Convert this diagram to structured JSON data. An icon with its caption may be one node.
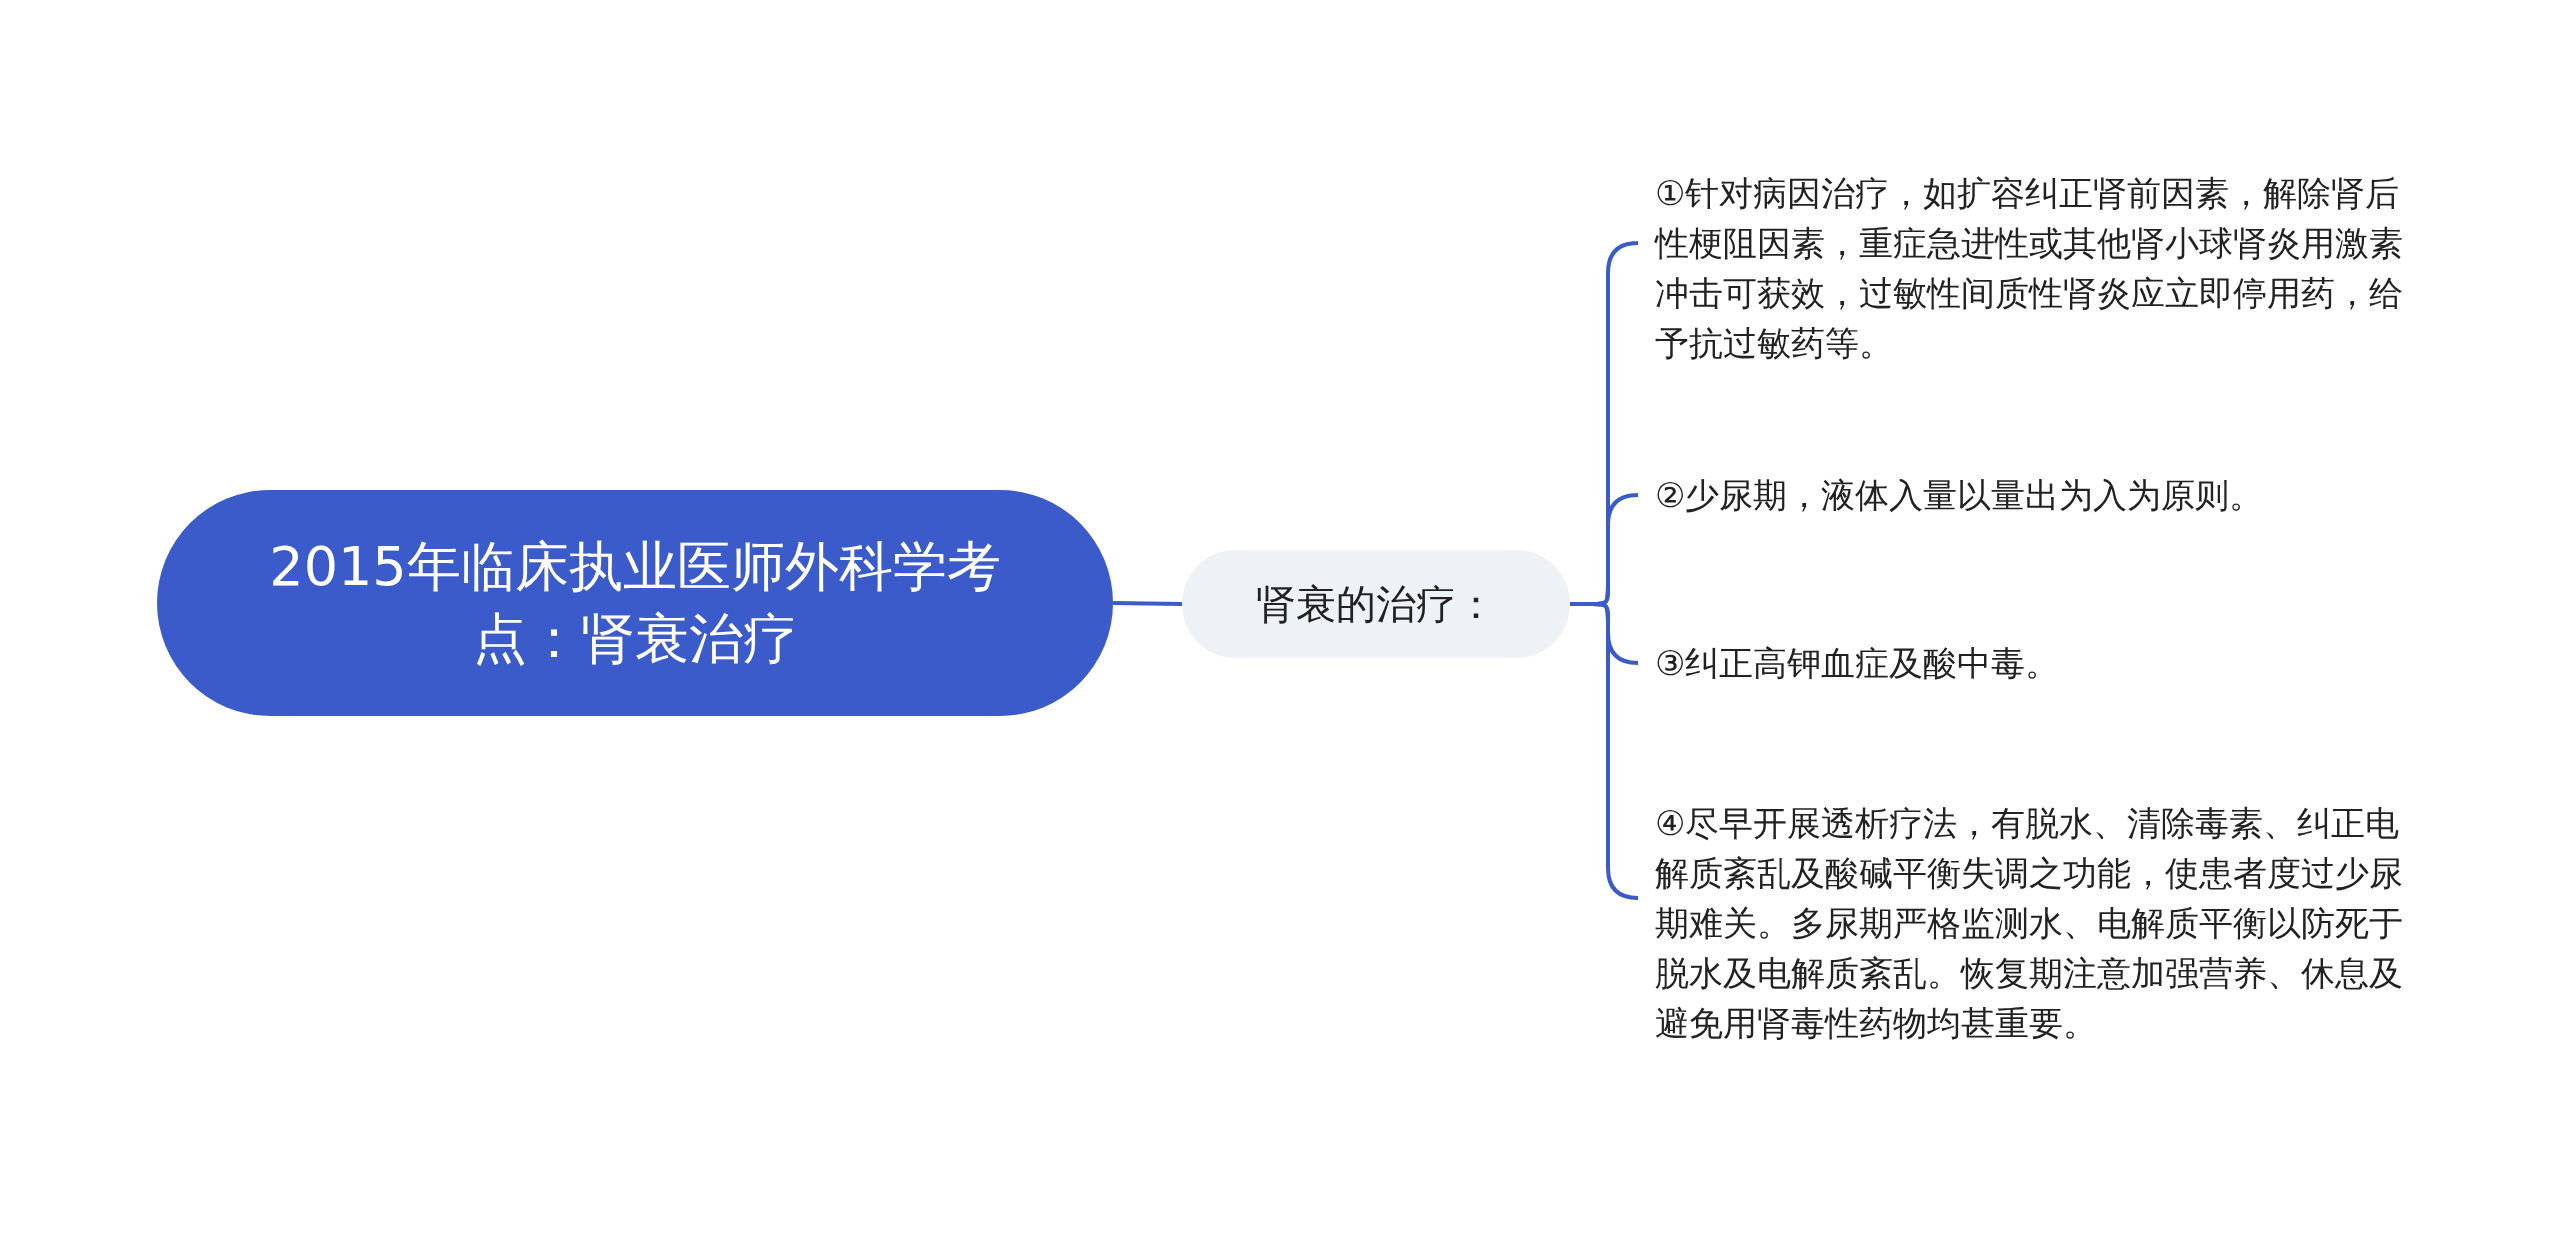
{
  "diagram": {
    "nodes": [
      {
        "text": [
          "2015年临床执业医师外科学考点：肾衰治疗"
        ]
      },
      {
        "text": [
          "肾衰的治疗："
        ]
      },
      {
        "text": [
          "①针对病因治疗，如扩容纠正肾前因素，解除肾后性梗阻因素，重症急进性或其他肾小球肾炎用激素冲击可获效，过敏性间质性肾炎应立即停用药，给予抗过敏药等。"
        ]
      },
      {
        "text": [
          "②少尿期，液体入量以量出为入为原则。"
        ]
      },
      {
        "text": [
          "③纠正高钾血症及酸中毒。"
        ]
      },
      {
        "text": [
          "④尽早开展透析疗法，有脱水、清除毒素、纠正电解质紊乱及酸碱平衡失调之功能，使患者度过少尿期难关。多尿期严格监测水、电解质平衡以防死于脱水及电解质紊乱。恢复期注意加强营养、休息及避免用肾毒性药物均甚重要。"
        ]
      }
    ],
    "edges": [
      {
        "from": 0,
        "to": 1,
        "arrow": "none"
      },
      {
        "from": 1,
        "to": 2,
        "arrow": "none"
      },
      {
        "from": 1,
        "to": 3,
        "arrow": "none"
      },
      {
        "from": 1,
        "to": 4,
        "arrow": "none"
      },
      {
        "from": 1,
        "to": 5,
        "arrow": "none"
      }
    ]
  }
}
